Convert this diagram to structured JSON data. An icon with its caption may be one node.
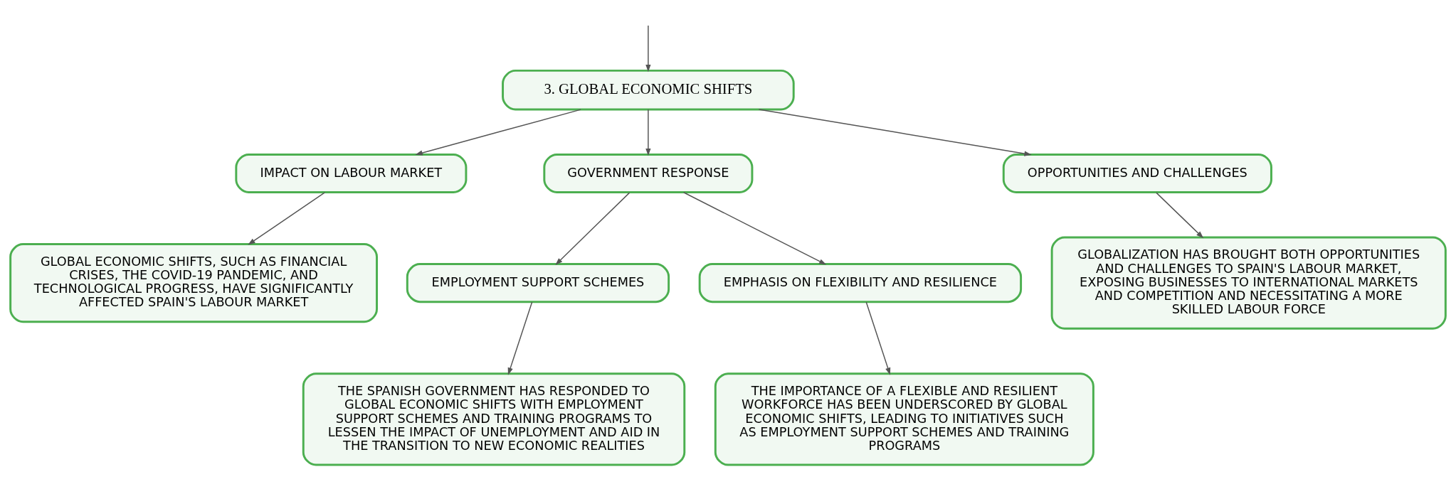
{
  "diagram": {
    "nodes": [
      {
        "text": [
          "3. GLOBAL ECONOMIC SHIFTS"
        ]
      },
      {
        "text": [
          "IMPACT ON LABOUR MARKET"
        ]
      },
      {
        "text": [
          "GLOBAL ECONOMIC SHIFTS, SUCH AS FINANCIAL CRISES, THE COVID-19 PANDEMIC, AND TECHNOLOGICAL PROGRESS, HAVE SIGNIFICANTLY AFFECTED SPAIN'S LABOUR MARKET"
        ]
      },
      {
        "text": [
          "GOVERNMENT RESPONSE"
        ]
      },
      {
        "text": [
          "EMPLOYMENT SUPPORT SCHEMES"
        ]
      },
      {
        "text": [
          "THE SPANISH GOVERNMENT HAS RESPONDED TO GLOBAL ECONOMIC SHIFTS WITH EMPLOYMENT SUPPORT SCHEMES AND TRAINING PROGRAMS TO LESSEN THE IMPACT OF UNEMPLOYMENT AND AID IN THE TRANSITION TO NEW ECONOMIC REALITIES"
        ]
      },
      {
        "text": [
          "EMPHASIS ON FLEXIBILITY AND RESILIENCE"
        ]
      },
      {
        "text": [
          "THE IMPORTANCE OF A FLEXIBLE AND RESILIENT WORKFORCE HAS BEEN UNDERSCORED BY GLOBAL ECONOMIC SHIFTS, LEADING TO INITIATIVES SUCH AS EMPLOYMENT SUPPORT SCHEMES AND TRAINING PROGRAMS"
        ]
      },
      {
        "text": [
          "OPPORTUNITIES AND CHALLENGES"
        ]
      },
      {
        "text": [
          "GLOBALIZATION HAS BROUGHT BOTH OPPORTUNITIES AND CHALLENGES TO SPAIN'S LABOUR MARKET, EXPOSING BUSINESSES TO INTERNATIONAL MARKETS AND COMPETITION AND NECESSITATING A MORE SKILLED LABOUR FORCE"
        ]
      }
    ],
    "edges": [
      {
        "from": null,
        "to": 0,
        "arrow": "to"
      },
      {
        "from": 0,
        "to": 1,
        "arrow": "to"
      },
      {
        "from": 0,
        "to": 3,
        "arrow": "to"
      },
      {
        "from": 0,
        "to": 8,
        "arrow": "to"
      },
      {
        "from": 1,
        "to": 2,
        "arrow": "to"
      },
      {
        "from": 3,
        "to": 4,
        "arrow": "to"
      },
      {
        "from": 3,
        "to": 6,
        "arrow": "to"
      },
      {
        "from": 4,
        "to": 5,
        "arrow": "to"
      },
      {
        "from": 6,
        "to": 7,
        "arrow": "to"
      },
      {
        "from": 8,
        "to": 9,
        "arrow": "to"
      }
    ]
  }
}
